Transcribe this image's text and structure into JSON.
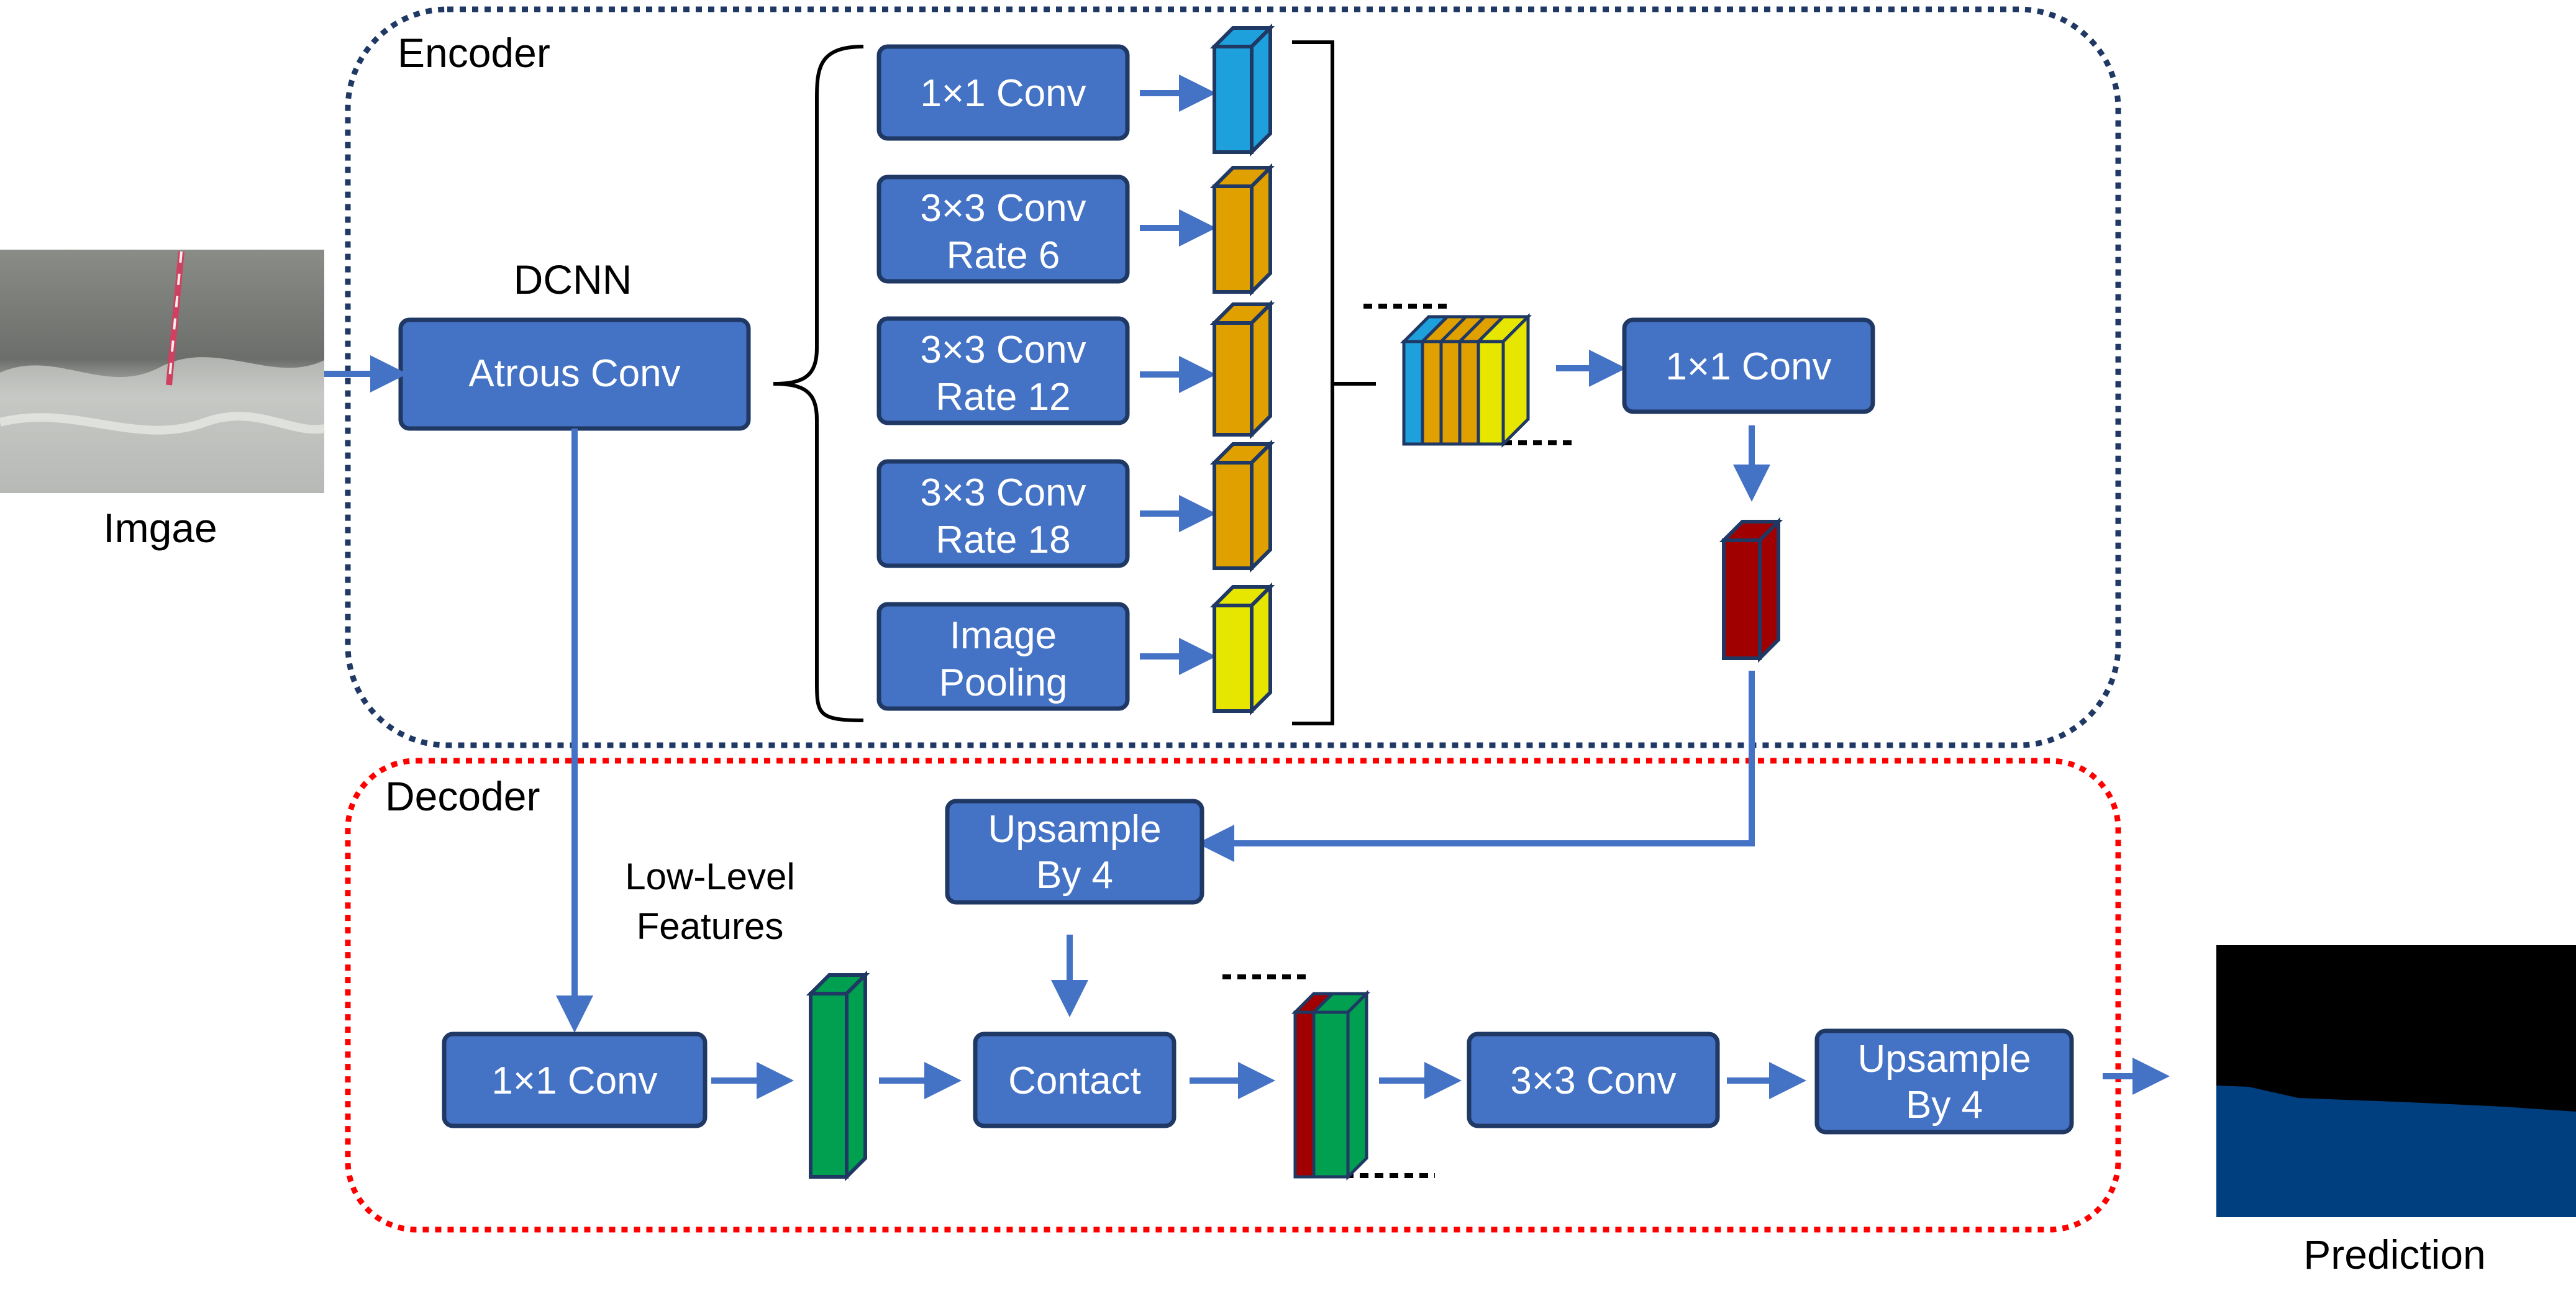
{
  "encoder": {
    "title": "Encoder",
    "dcnn_label": "DCNN",
    "atrous_conv": "Atrous Conv",
    "branches": {
      "b1": [
        "1×1 Conv"
      ],
      "b2": [
        "3×3 Conv",
        "Rate 6"
      ],
      "b3": [
        "3×3 Conv",
        "Rate 12"
      ],
      "b4": [
        "3×3 Conv",
        "Rate 18"
      ],
      "b5": [
        "Image",
        "Pooling"
      ]
    },
    "conv_after_concat": "1×1 Conv"
  },
  "decoder": {
    "title": "Decoder",
    "low_level_label": [
      "Low-Level",
      "Features"
    ],
    "upsample_top": [
      "Upsample",
      "By 4"
    ],
    "conv_low": "1×1 Conv",
    "contact": "Contact",
    "conv3": "3×3 Conv",
    "upsample_bottom": [
      "Upsample",
      "By 4"
    ]
  },
  "input_label": "Imgae",
  "output_label": "Prediction",
  "colors": {
    "box_fill": "#4472C4",
    "box_border": "#1F3864",
    "arrow": "#4472C4",
    "encoder_border": "#1F3864",
    "decoder_border": "#FF0000",
    "fm_blue": "#1EA0DC",
    "fm_orange": "#E0A000",
    "fm_yellow": "#E6E600",
    "fm_red": "#A00000",
    "fm_green": "#00A050",
    "prediction_top": "#000000",
    "prediction_bottom": "#003F7F"
  }
}
